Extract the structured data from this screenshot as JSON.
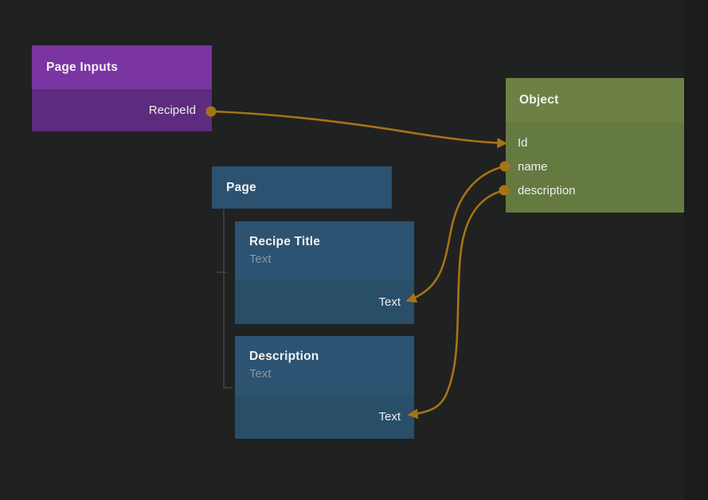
{
  "app": {
    "view": "node-graph-canvas"
  },
  "palette": {
    "background": "#202121",
    "right_strip": "#1b1c1c",
    "connection": "#a57416",
    "tree_line": "#4d4d4d",
    "purple_header": "#7a35a2",
    "purple_body": "#5d2c7e",
    "green_header": "#6d8145",
    "green_body": "#657a40",
    "blue_header": "#2c5371",
    "blue_body": "#294e68",
    "title_text": "#f2f1f3",
    "port_text": "#eceff1",
    "subtitle_text": "#8b96a0"
  },
  "nodes": {
    "page_inputs": {
      "title": "Page Inputs",
      "outputs": [
        {
          "label": "RecipeId"
        }
      ]
    },
    "object": {
      "title": "Object",
      "inputs": [
        {
          "label": "Id"
        },
        {
          "label": "name"
        },
        {
          "label": "description"
        }
      ]
    },
    "page": {
      "title": "Page"
    },
    "recipe_title": {
      "title": "Recipe Title",
      "subtitle": "Text",
      "inputs": [
        {
          "label": "Text"
        }
      ]
    },
    "description": {
      "title": "Description",
      "subtitle": "Text",
      "inputs": [
        {
          "label": "Text"
        }
      ]
    }
  },
  "connections": [
    {
      "from": "Page Inputs.RecipeId",
      "to": "Object.Id"
    },
    {
      "from": "Object.name",
      "to": "Recipe Title.Text"
    },
    {
      "from": "Object.description",
      "to": "Description.Text"
    }
  ],
  "hierarchy": {
    "parent": "Page",
    "children": [
      "Recipe Title",
      "Description"
    ]
  }
}
